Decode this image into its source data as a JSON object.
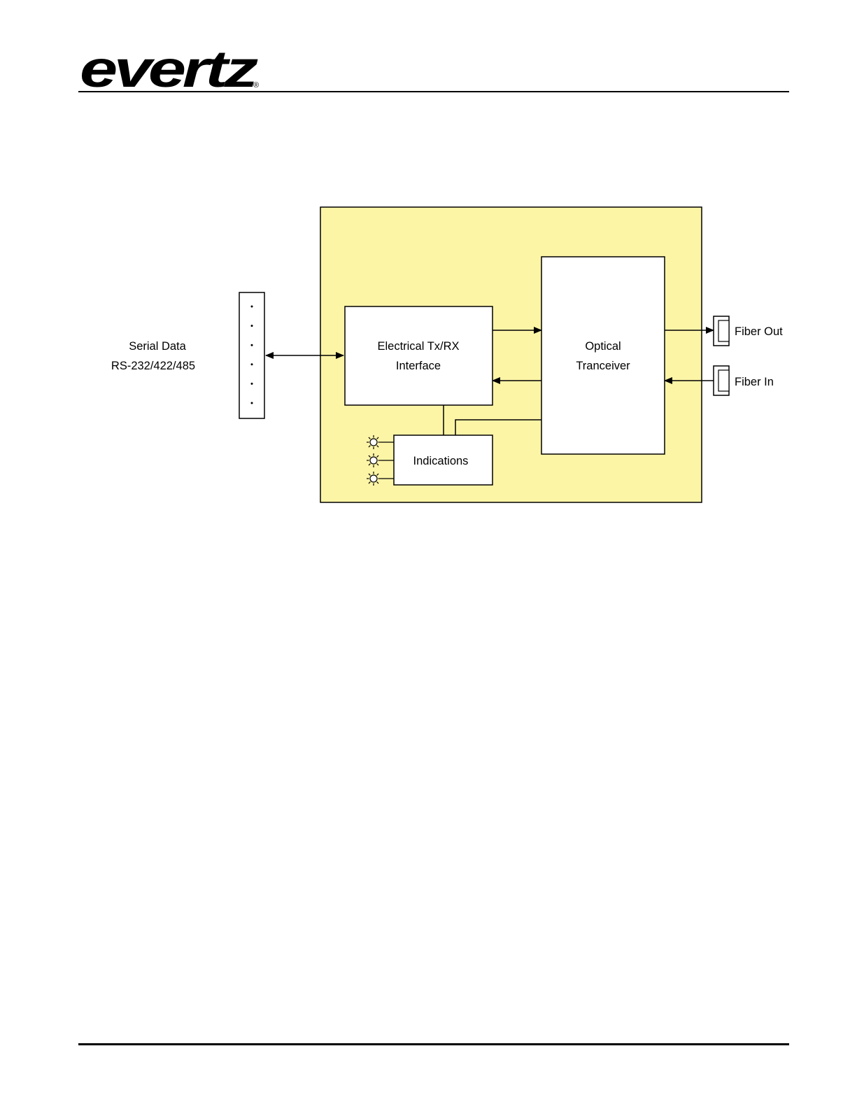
{
  "header": {
    "logo_text": "evertz",
    "registered_mark": "®"
  },
  "diagram": {
    "serial_data_label": "Serial Data",
    "serial_standard_label": "RS-232/422/485",
    "electrical_line1": "Electrical Tx/RX",
    "electrical_line2": "Interface",
    "optical_line1": "Optical",
    "optical_line2": "Tranceiver",
    "indications_label": "Indications",
    "fiber_out_label": "Fiber Out",
    "fiber_in_label": "Fiber In",
    "module_fill_color": "#fdf5a6",
    "led_count": 3,
    "connector_dot_count": 6
  }
}
